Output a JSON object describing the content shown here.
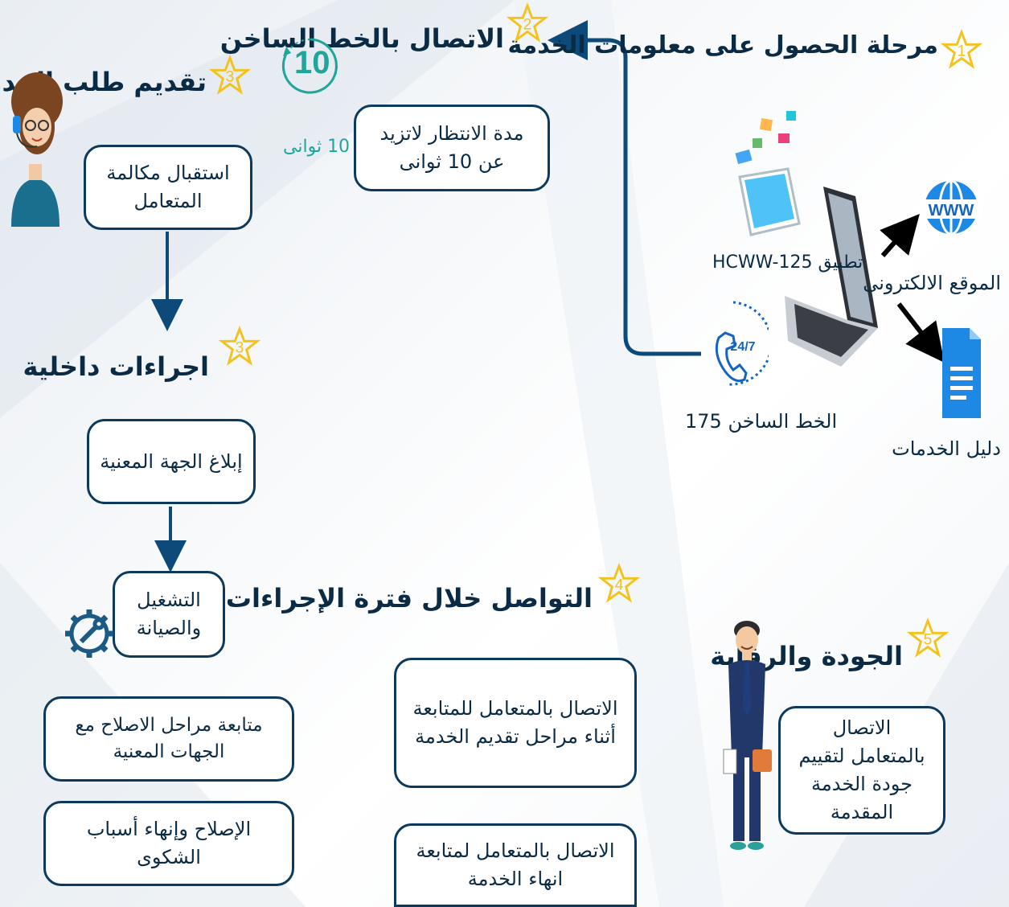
{
  "colors": {
    "accent": "#0d4a7a",
    "star": "#f3c21b",
    "teal": "#1fa69a",
    "box_border": "#0d3a5c"
  },
  "steps": {
    "s1": {
      "num": "1",
      "title": "مرحلة الحصول على معلومات الخدمة"
    },
    "s2": {
      "num": "2",
      "title": "الاتصال بالخط الساخن",
      "box": "مدة الانتظار لاتزيد عن 10 ثوانى"
    },
    "s3a": {
      "num": "3",
      "title": "تقديم طلب الخدمة",
      "box": "استقبال مكالمة المتعامل"
    },
    "s3b": {
      "num": "3",
      "title": "اجراءات داخلية"
    },
    "s4": {
      "num": "4",
      "title": "التواصل خلال فترة الإجراءات"
    },
    "s5": {
      "num": "5",
      "title": "الجودة والرقابة",
      "box": "الاتصال بالمتعامل لتقييم جودة الخدمة المقدمة"
    }
  },
  "timer": {
    "number": "10",
    "caption": "10 ثوانى"
  },
  "channels": {
    "website": "الموقع الالكترونى",
    "website_icon_text": "WWW",
    "guide": "دليل الخدمات",
    "app": "تطبيق HCWW-125",
    "hotline": "الخط الساخن 175",
    "hotline_icon_text": "24/7"
  },
  "internal": {
    "notify": "إبلاغ الجهة المعنية",
    "operation": "التشغيل والصيانة",
    "follow": "متابعة مراحل الاصلاح مع الجهات المعنية",
    "fix": "الإصلاح وإنهاء أسباب الشكوى"
  },
  "communication": {
    "during": "الاتصال بالمتعامل للمتابعة أثناء مراحل تقديم الخدمة",
    "end": "الاتصال بالمتعامل لمتابعة انهاء الخدمة"
  },
  "icons": [
    "star-icon",
    "timer-icon",
    "call-center-agent-icon",
    "gear-wrench-icon",
    "laptop-icon",
    "globe-www-icon",
    "document-icon",
    "mobile-app-icon",
    "hotline-phone-icon",
    "businessman-icon"
  ]
}
